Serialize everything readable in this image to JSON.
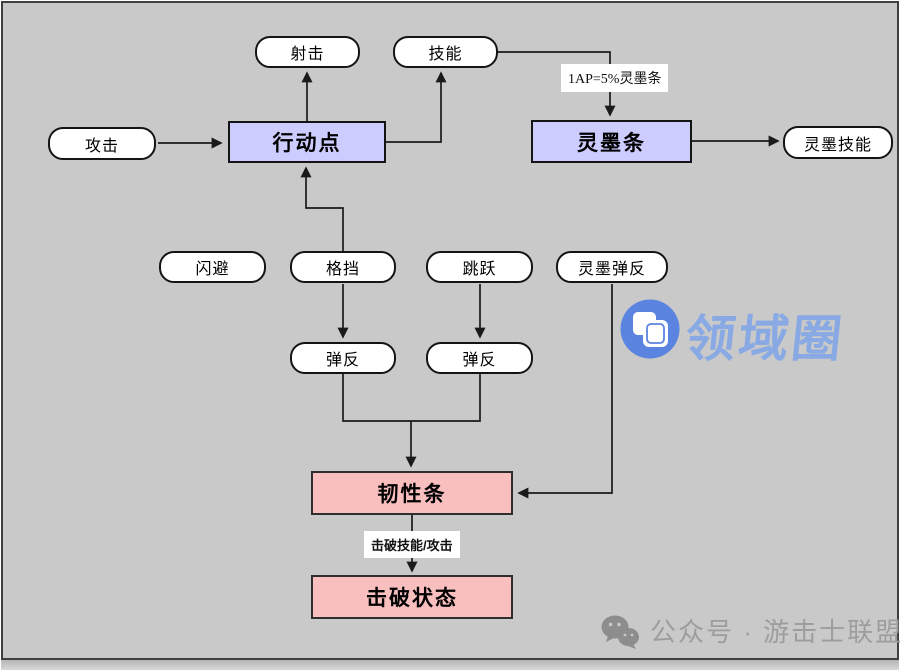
{
  "diagram": {
    "nodes": {
      "attack": "攻击",
      "shoot": "射击",
      "skill": "技能",
      "action_point": "行动点",
      "ink_bar": "灵墨条",
      "ink_skill": "灵墨技能",
      "dodge": "闪避",
      "block": "格挡",
      "jump": "跳跃",
      "ink_parry": "灵墨弹反",
      "parry_from_block": "弹反",
      "parry_from_jump": "弹反",
      "toughness_bar": "韧性条",
      "break_state": "击破状态"
    },
    "edge_labels": {
      "skill_to_ink_bar": "1AP=5%灵墨条",
      "toughness_to_break": "击破技能/攻击"
    }
  },
  "watermark": {
    "brand": "领域圈"
  },
  "footer": {
    "account": "公众号 · 游击士联盟"
  },
  "colors": {
    "background": "#c9c9c9",
    "resource_bar_fill": "#ccccff",
    "status_bar_fill": "#f9bfbf",
    "watermark_blue": "#5b83e0",
    "footer_gray": "#9d9d9d",
    "line": "#1a1a1a"
  }
}
